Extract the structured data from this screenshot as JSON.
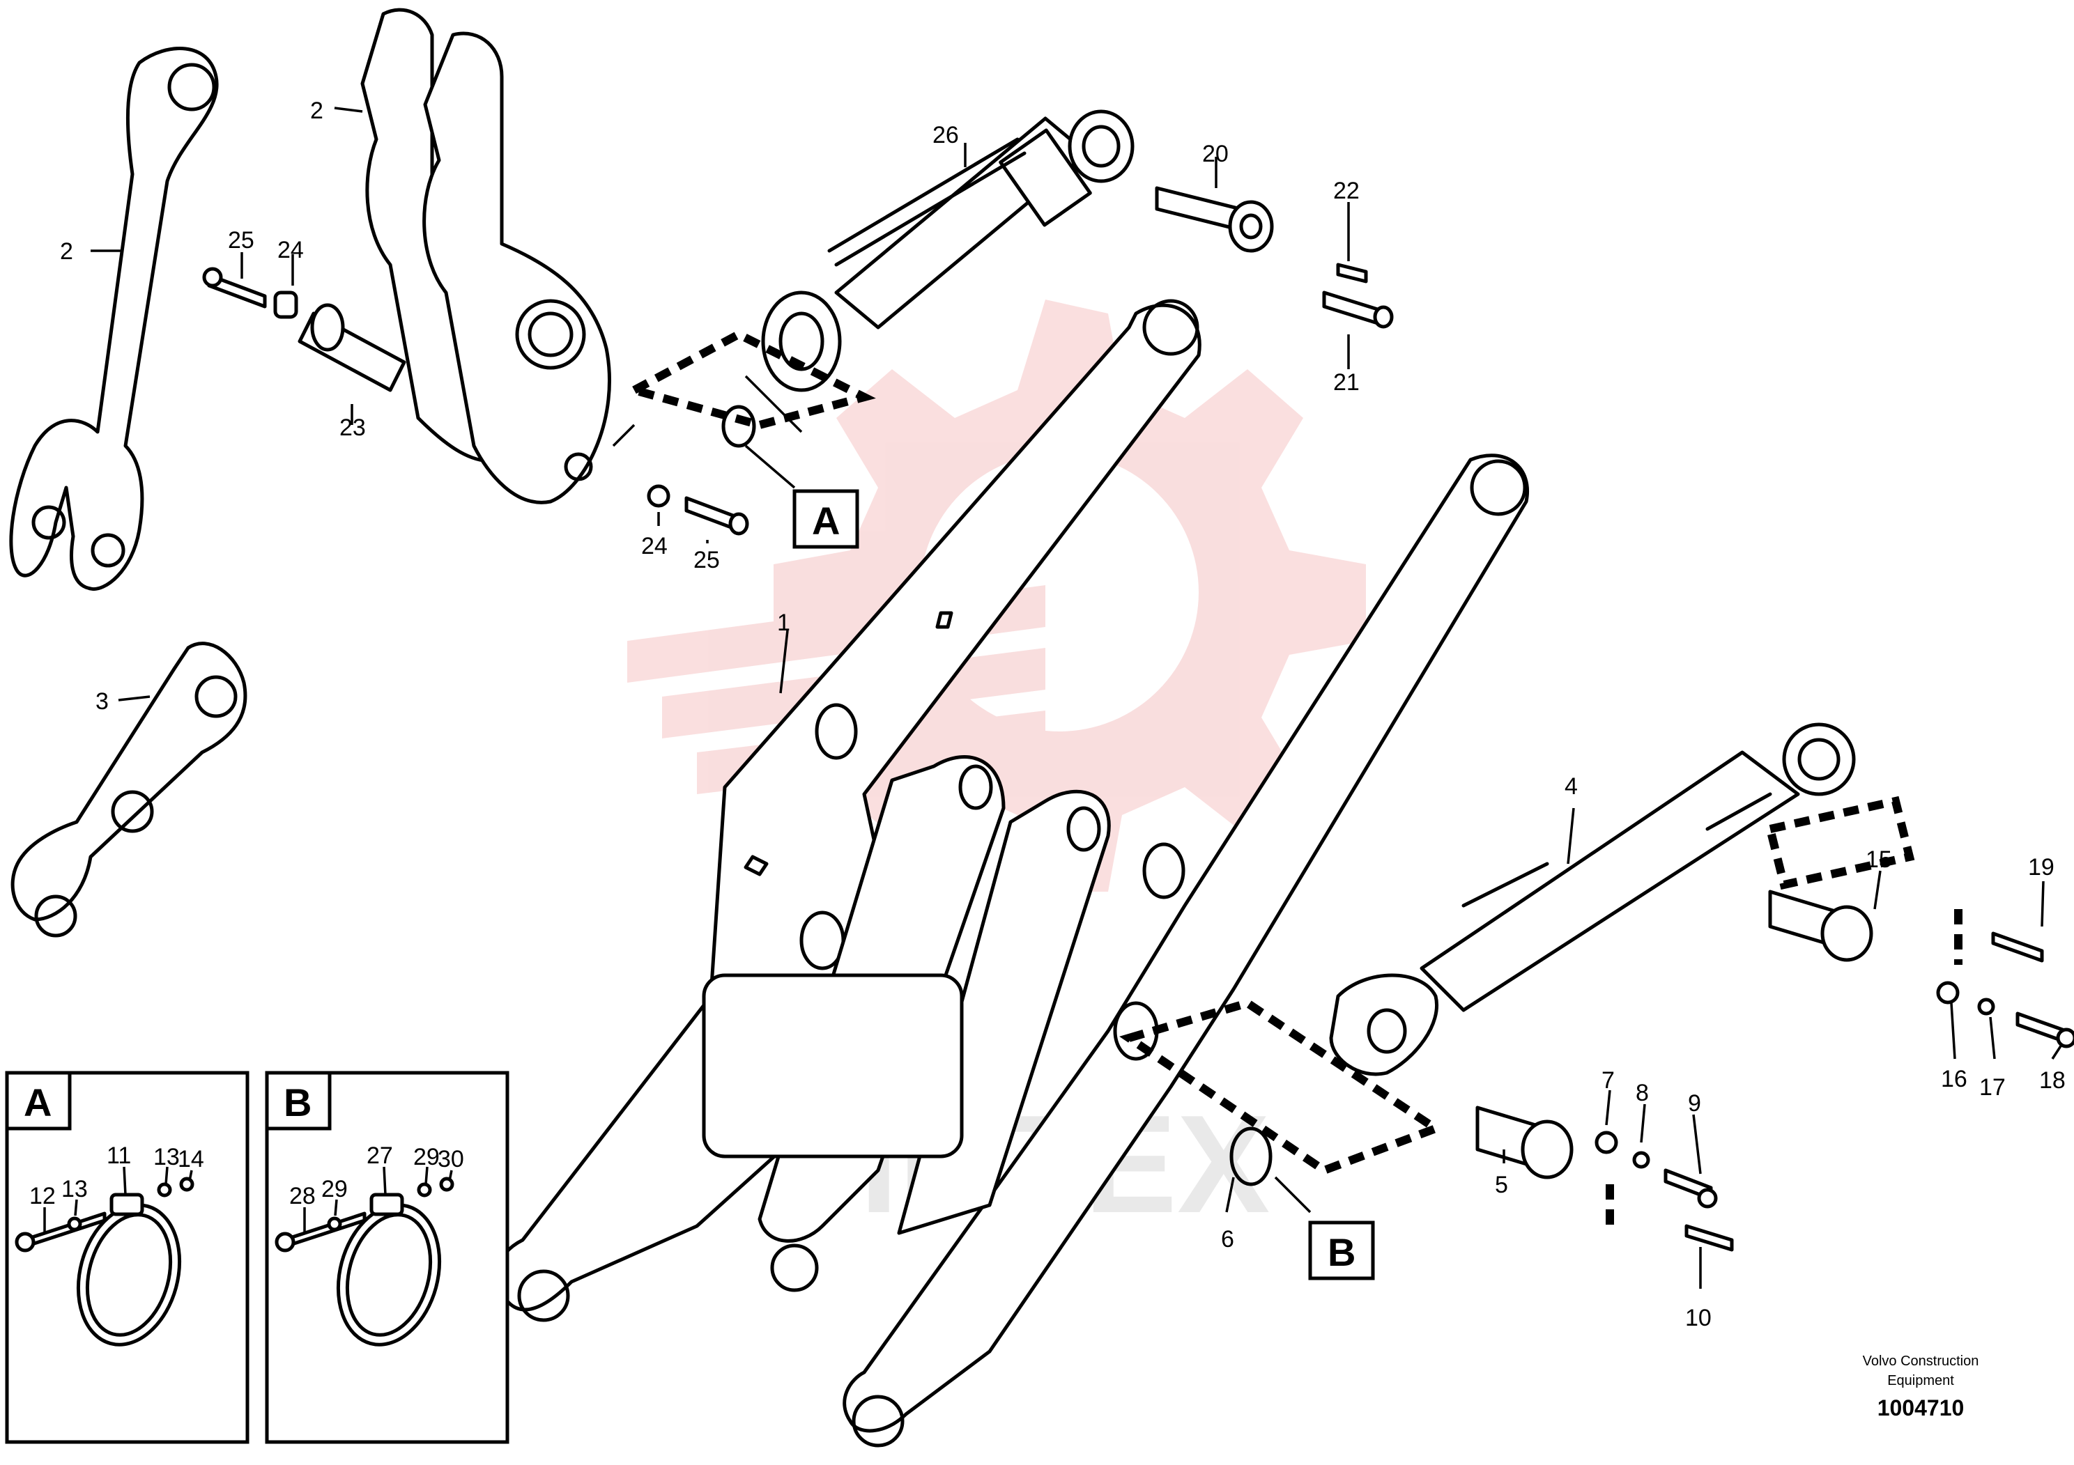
{
  "watermark": {
    "text": "VIHTEX",
    "color": "#f2b4b4"
  },
  "detail_a": {
    "letter": "A",
    "labels": [
      "14",
      "13",
      "11",
      "13",
      "12"
    ]
  },
  "detail_b": {
    "letter": "B",
    "labels": [
      "30",
      "29",
      "27",
      "29",
      "28"
    ]
  },
  "callouts": {
    "a": "A",
    "b": "B"
  },
  "parts": {
    "p1": "1",
    "p2a": "2",
    "p2b": "2",
    "p3": "3",
    "p4": "4",
    "p5": "5",
    "p6": "6",
    "p7": "7",
    "p8": "8",
    "p9": "9",
    "p10": "10",
    "p15": "15",
    "p16": "16",
    "p17": "17",
    "p18": "18",
    "p19": "19",
    "p20": "20",
    "p21": "21",
    "p22": "22",
    "p23": "23",
    "p24a": "24",
    "p24b": "24",
    "p25a": "25",
    "p25b": "25",
    "p26": "26"
  },
  "footer": {
    "brand_line1": "Volvo Construction",
    "brand_line2": "Equipment",
    "drawing_number": "1004710"
  }
}
